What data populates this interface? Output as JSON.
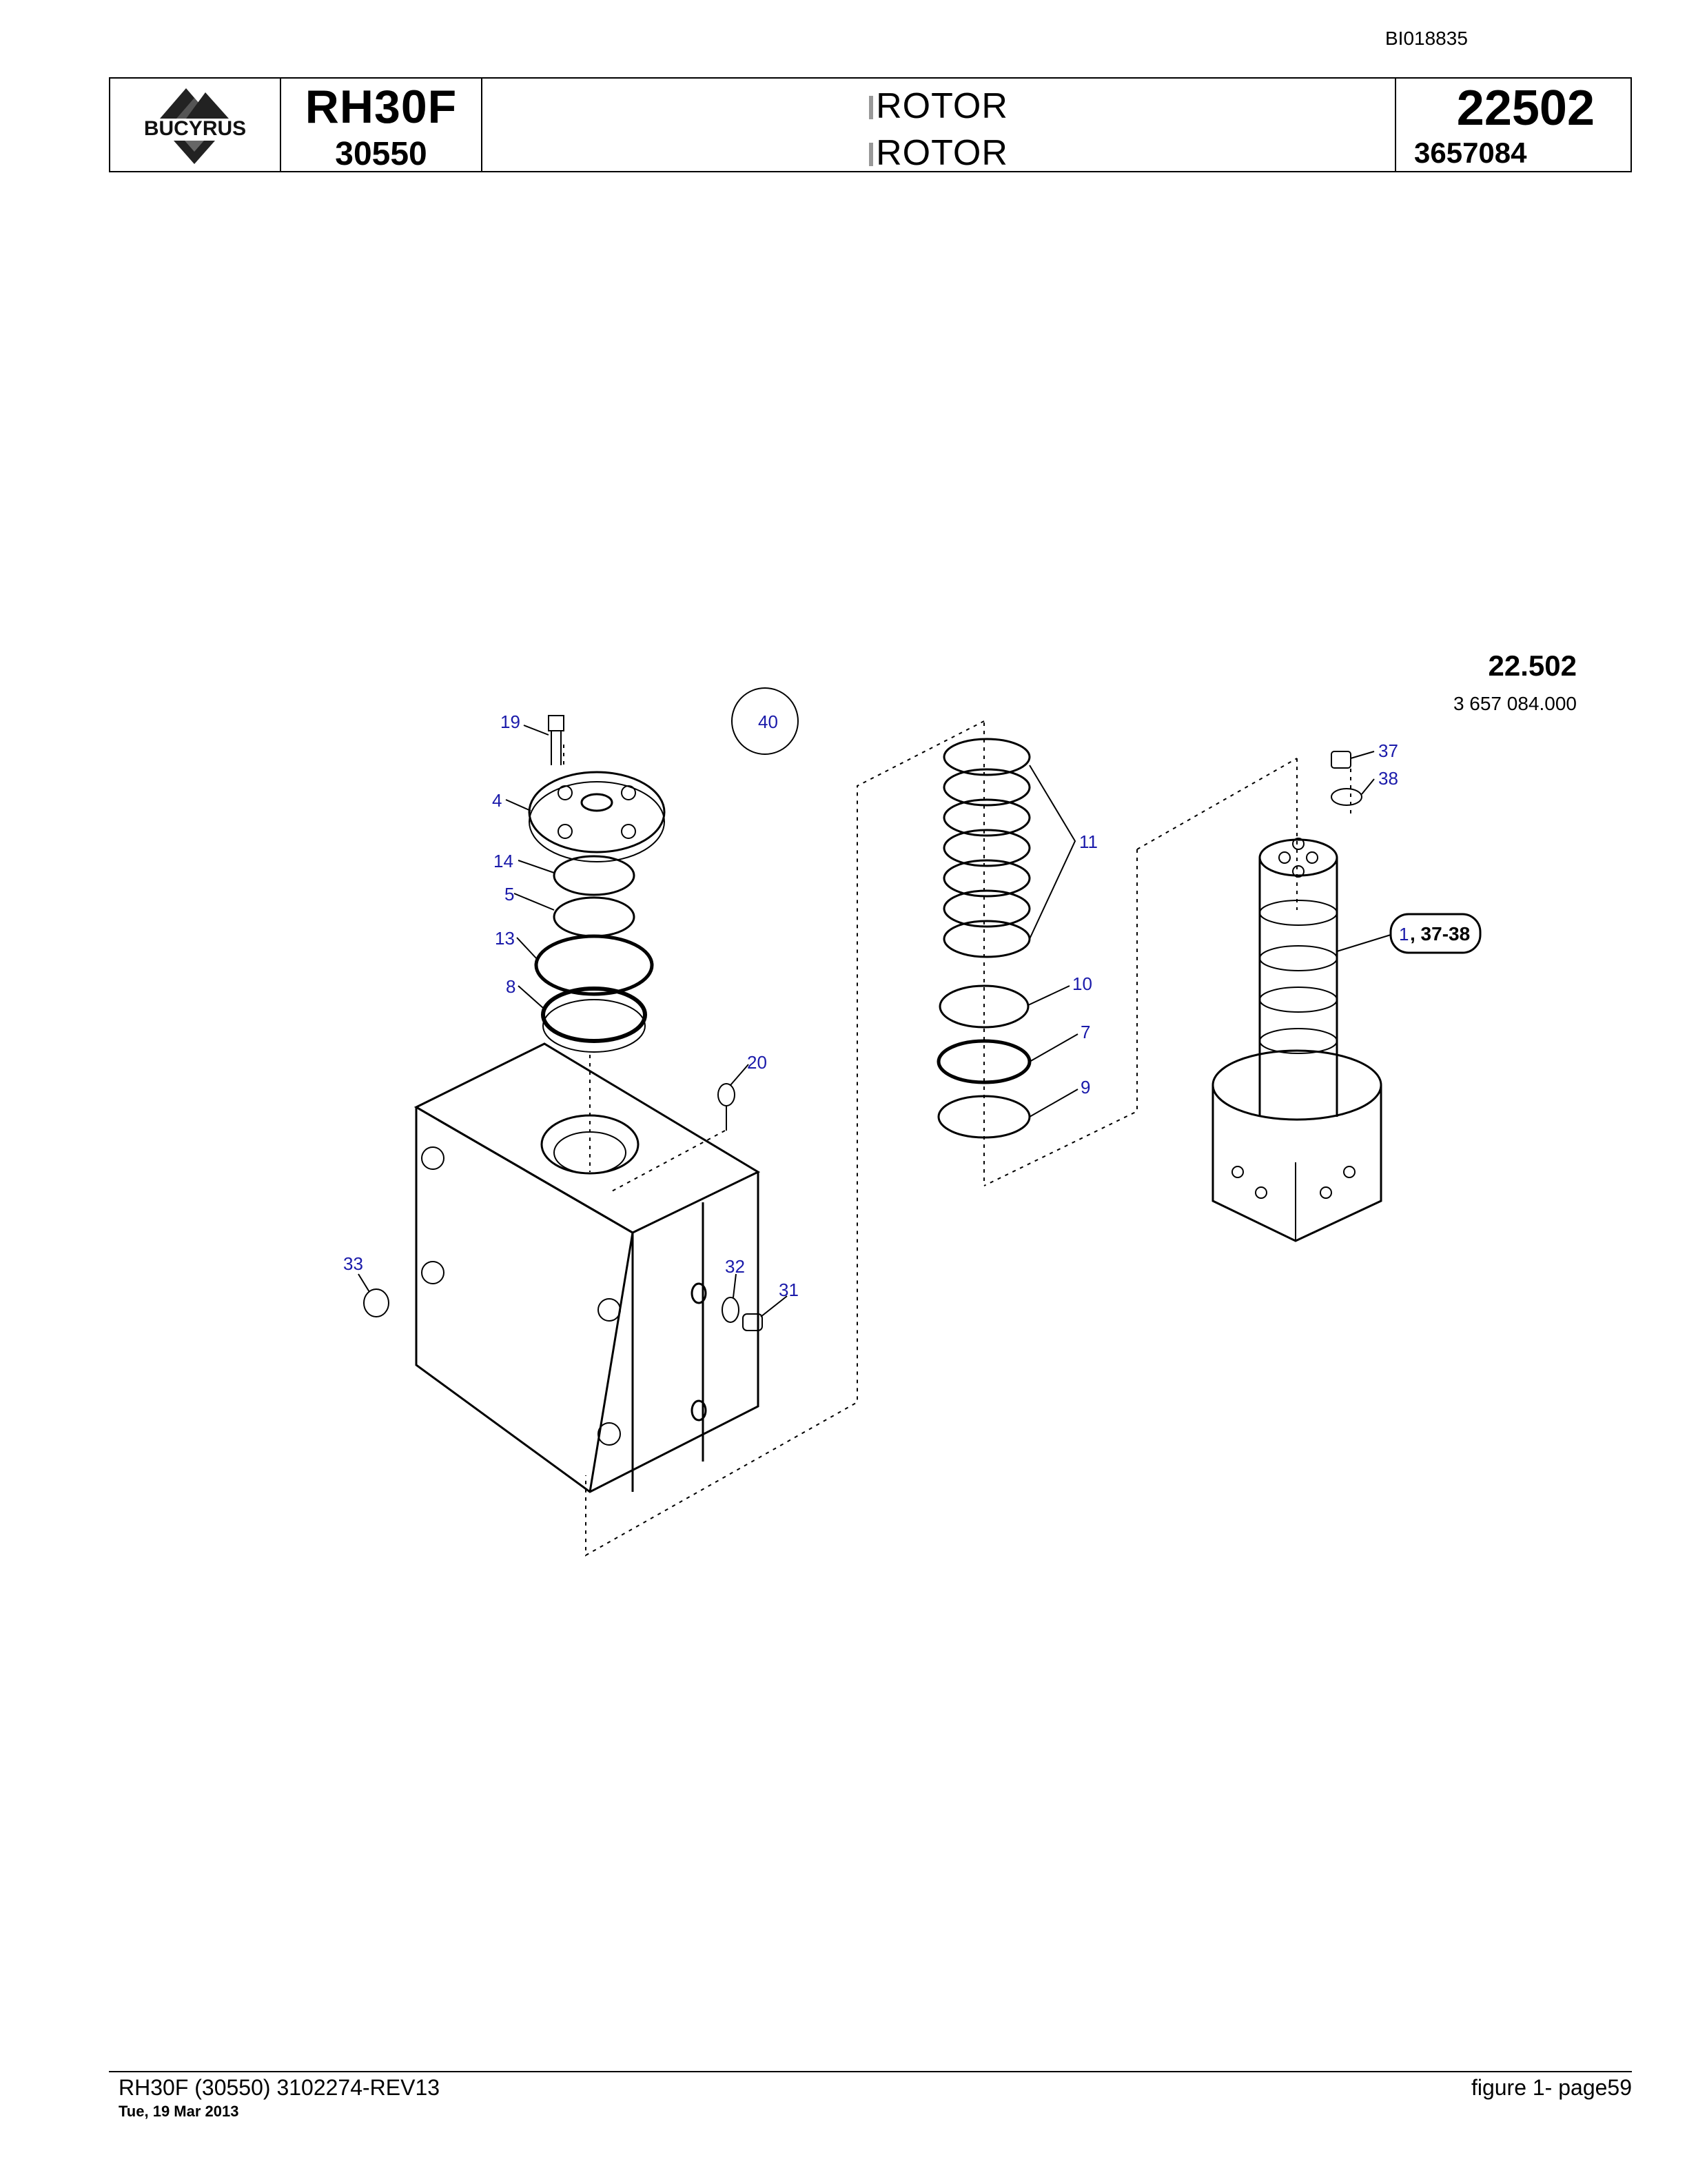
{
  "document_id": "BI018835",
  "header": {
    "logo_text": "BUCYRUS",
    "model": "RH30F",
    "serial": "30550",
    "title_line1": "ROTOR",
    "title_line2": "ROTOR",
    "group_number": "22502",
    "group_part_number": "3657084"
  },
  "diagram": {
    "figure_number": "22.502",
    "figure_part_number": "3 657 084.000",
    "callouts": {
      "c19": "19",
      "c40": "40",
      "c4": "4",
      "c14": "14",
      "c5": "5",
      "c13": "13",
      "c8": "8",
      "c20": "20",
      "c33": "33",
      "c32": "32",
      "c31": "31",
      "c11": "11",
      "c10": "10",
      "c7": "7",
      "c9": "9",
      "c37": "37",
      "c38": "38",
      "c1": "1",
      "c37_38": ", 37-38"
    }
  },
  "footer": {
    "left": "RH30F (30550) 3102274-REV13",
    "date": "Tue, 19 Mar 2013",
    "right": "figure  1- page59"
  }
}
